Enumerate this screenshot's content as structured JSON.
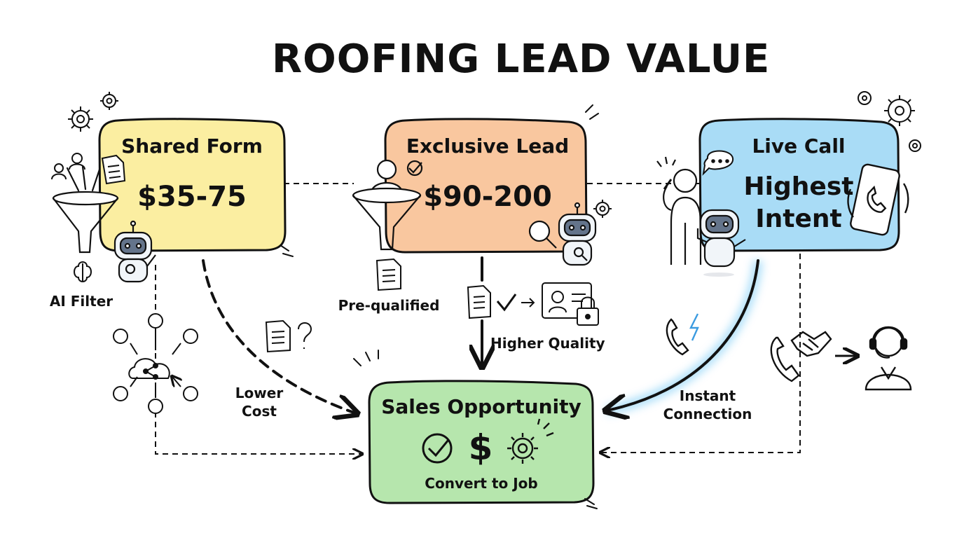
{
  "title": "ROOFING LEAD VALUE",
  "shared": {
    "title": "Shared Form",
    "price": "$35-75",
    "label": "AI Filter",
    "fill": "#fbeea1"
  },
  "exclusive": {
    "title": "Exclusive Lead",
    "price": "$90-200",
    "label": "Pre-qualified",
    "fill": "#f9c79f"
  },
  "live": {
    "title": "Live Call",
    "line1": "Highest",
    "line2": "Intent",
    "fill": "#a9dcf6"
  },
  "sales": {
    "title": "Sales Opportunity",
    "dollar": "$",
    "label": "Convert to Job",
    "fill": "#b6e6ad"
  },
  "edges": {
    "lower_cost_1": "Lower",
    "lower_cost_2": "Cost",
    "higher_quality": "Higher Quality",
    "instant_1": "Instant",
    "instant_2": "Connection"
  },
  "colors": {
    "ink": "#111111",
    "glow": "#6cc6f5"
  }
}
